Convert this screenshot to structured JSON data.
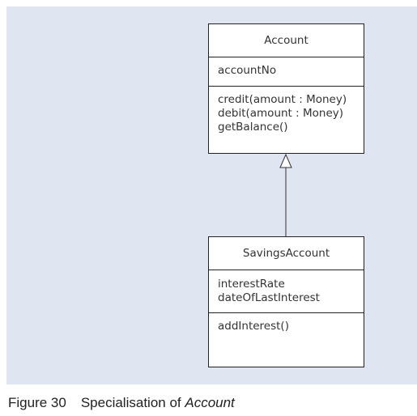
{
  "diagram": {
    "classes": [
      {
        "name": "Account",
        "attributes": [
          "accountNo"
        ],
        "operations": [
          "credit(amount : Money)",
          "debit(amount : Money)",
          "getBalance()"
        ]
      },
      {
        "name": "SavingsAccount",
        "attributes": [
          "interestRate",
          "dateOfLastInterest"
        ],
        "operations": [
          "addInterest()"
        ]
      }
    ],
    "relationship": {
      "type": "generalization",
      "from": "SavingsAccount",
      "to": "Account"
    }
  },
  "caption": {
    "figure_number": "Figure 30",
    "title_prefix": "Specialisation of ",
    "title_subject": "Account"
  },
  "colors": {
    "panel_background": "#dfe5f1",
    "box_border": "#222222",
    "box_fill": "#ffffff"
  }
}
